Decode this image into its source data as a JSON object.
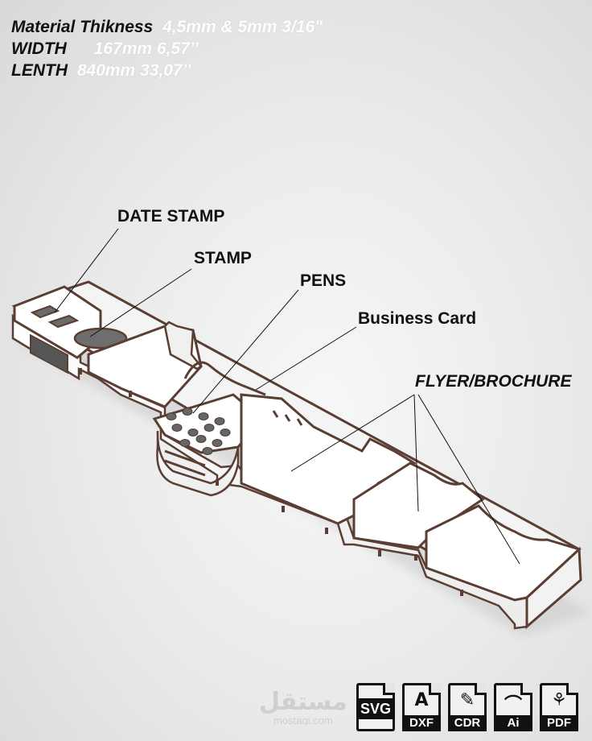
{
  "specs": [
    {
      "label": "Material Thikness",
      "value": "4,5mm  & 5mm 3/16\""
    },
    {
      "label": "WIDTH",
      "value": "167mm 6,57’’"
    },
    {
      "label": "LENTH",
      "value": "840mm 33,07’’"
    }
  ],
  "callouts": {
    "date_stamp": "DATE STAMP",
    "stamp": "STAMP",
    "pens": "PENS",
    "business_card": "Business Card",
    "flyer": "FLYER/BROCHURE"
  },
  "formats": [
    "SVG",
    "DXF",
    "CDR",
    "Ai",
    "PDF"
  ],
  "watermark": {
    "arabic": "مستقل",
    "latin": "mostaqi.com"
  },
  "colors": {
    "wood_edge": "#5a3e33",
    "panel": "#ffffff",
    "ink": "#111111"
  }
}
